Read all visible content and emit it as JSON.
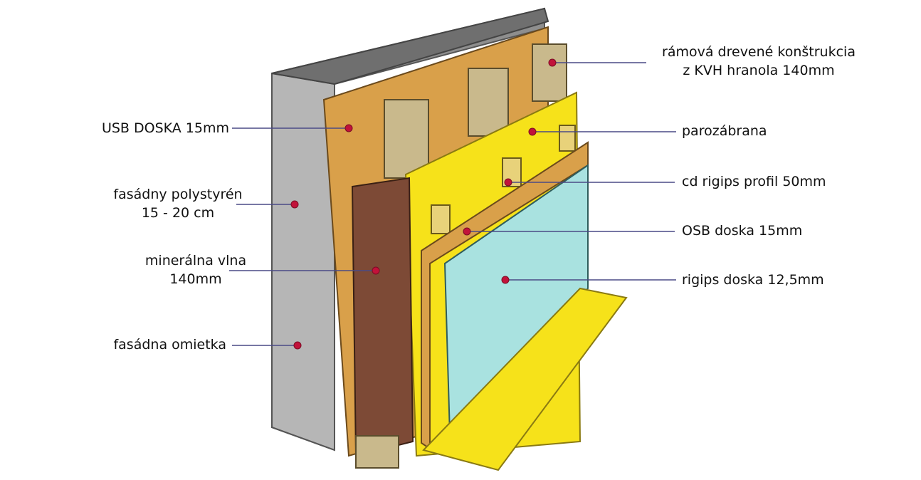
{
  "colors": {
    "plaster": "#8e8e8e",
    "polystyrene": "#b6b6b6",
    "osb": "#d9a04a",
    "wood": "#c9b98c",
    "vapor_barrier": "#f6e21a",
    "mineral_wool": "#7d4a36",
    "rigips": "#a9e2e0",
    "leader": "#4a4a86",
    "dot": "#c2123a"
  },
  "labels": {
    "frame": {
      "line1": "rámová drevené konštrukcia",
      "line2": "z KVH hranola 140mm"
    },
    "usb": {
      "line1": "USB DOSKA 15mm"
    },
    "vapor": {
      "line1": "parozábrana"
    },
    "polystyrene": {
      "line1": "fasádny polystyrén",
      "line2": "15 - 20 cm"
    },
    "cd_profile": {
      "line1": "cd rigips profil 50mm"
    },
    "osb": {
      "line1": "OSB doska 15mm"
    },
    "mineral": {
      "line1": "minerálna vlna",
      "line2": "140mm"
    },
    "rigips": {
      "line1": "rigips doska 12,5mm"
    },
    "plaster": {
      "line1": "fasádna omietka"
    }
  }
}
